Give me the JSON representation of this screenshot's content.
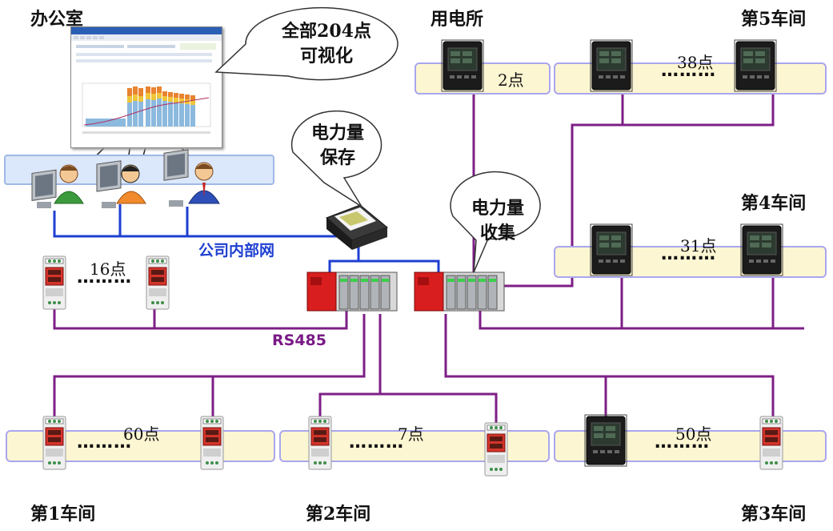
{
  "labels": {
    "office": "办公室",
    "power_room": "用电所",
    "workshop5": "第5车间",
    "workshop4": "第4车间",
    "workshop1": "第1车间",
    "workshop2": "第2车间",
    "workshop3": "第3车间",
    "network": "公司内部网",
    "rs485": "RS485"
  },
  "bubbles": {
    "all_points": [
      "全部204点",
      "可视化"
    ],
    "save": [
      "电力量",
      "保存"
    ],
    "collect": [
      "电力量",
      "收集"
    ]
  },
  "counts": {
    "power_room": "2点",
    "workshop5": "38点",
    "workshop4": "31点",
    "rs485_line": "16点",
    "workshop1": "60点",
    "workshop2": "7点",
    "workshop3": "50点"
  },
  "dots": "………",
  "colors": {
    "bus_line": "#7d1f86",
    "network_line": "#1d3fd1",
    "bar_fill": "#fdf6d2",
    "bar_border": "#a9a6ef",
    "plc_red": "#d81e1e"
  }
}
